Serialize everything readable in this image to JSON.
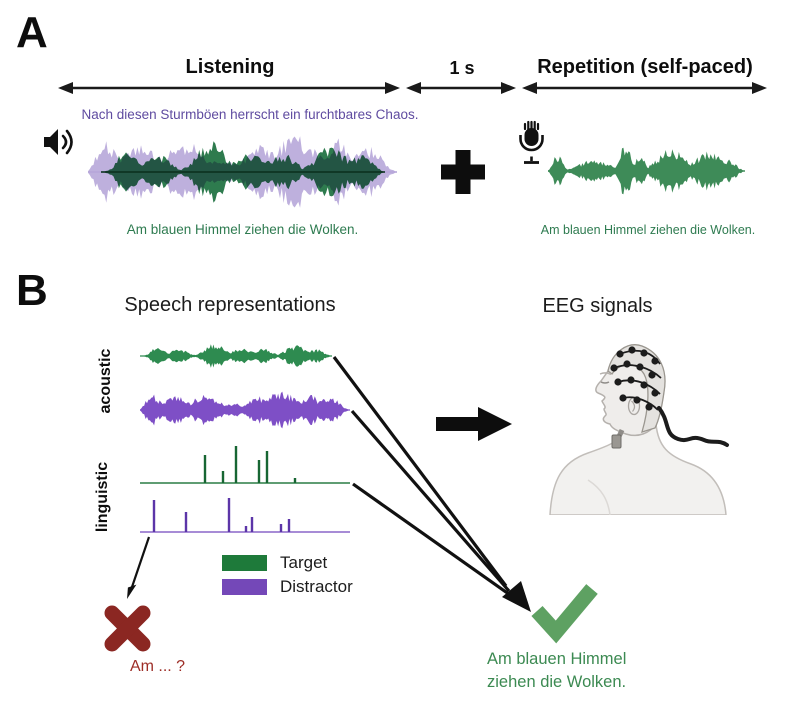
{
  "figure": {
    "panel_a": {
      "label": "A",
      "phase_listening": "Listening",
      "phase_gap": "1 s",
      "phase_repetition": "Repetition (self-paced)",
      "distractor_sentence": "Nach diesen Sturmböen herrscht ein furchtbares Chaos.",
      "target_sentence": "Am blauen Himmel ziehen die Wolken.",
      "repeated_sentence": "Am blauen Himmel ziehen die Wolken."
    },
    "panel_b": {
      "label": "B",
      "speech_title": "Speech representations",
      "eeg_title": "EEG signals",
      "acoustic_label": "acoustic",
      "linguistic_label": "linguistic",
      "legend": {
        "target": "Target",
        "distractor": "Distractor"
      },
      "incorrect_recall": "Am ... ?",
      "correct_recall_line1": "Am blauen Himmel",
      "correct_recall_line2": "ziehen die Wolken."
    },
    "icons": {
      "speaker": "speaker-icon",
      "microphone": "microphone-icon",
      "fixation_cross": "plus-icon",
      "eeg_head": "eeg-cap-head-illustration",
      "wrong": "x-mark-icon",
      "correct": "checkmark-icon"
    },
    "colors": {
      "target_green": "#1e7a3a",
      "distractor_purple": "#7448b8",
      "waveform_green": "#2e7b4e",
      "waveform_lavender": "#b5a5d8",
      "acoustic_purple": "#7e4fc6",
      "repetition_green": "#3e8b58",
      "error_red": "#8b2722",
      "success_green": "#5ea162",
      "arrow_black": "#1a1a1a"
    }
  }
}
